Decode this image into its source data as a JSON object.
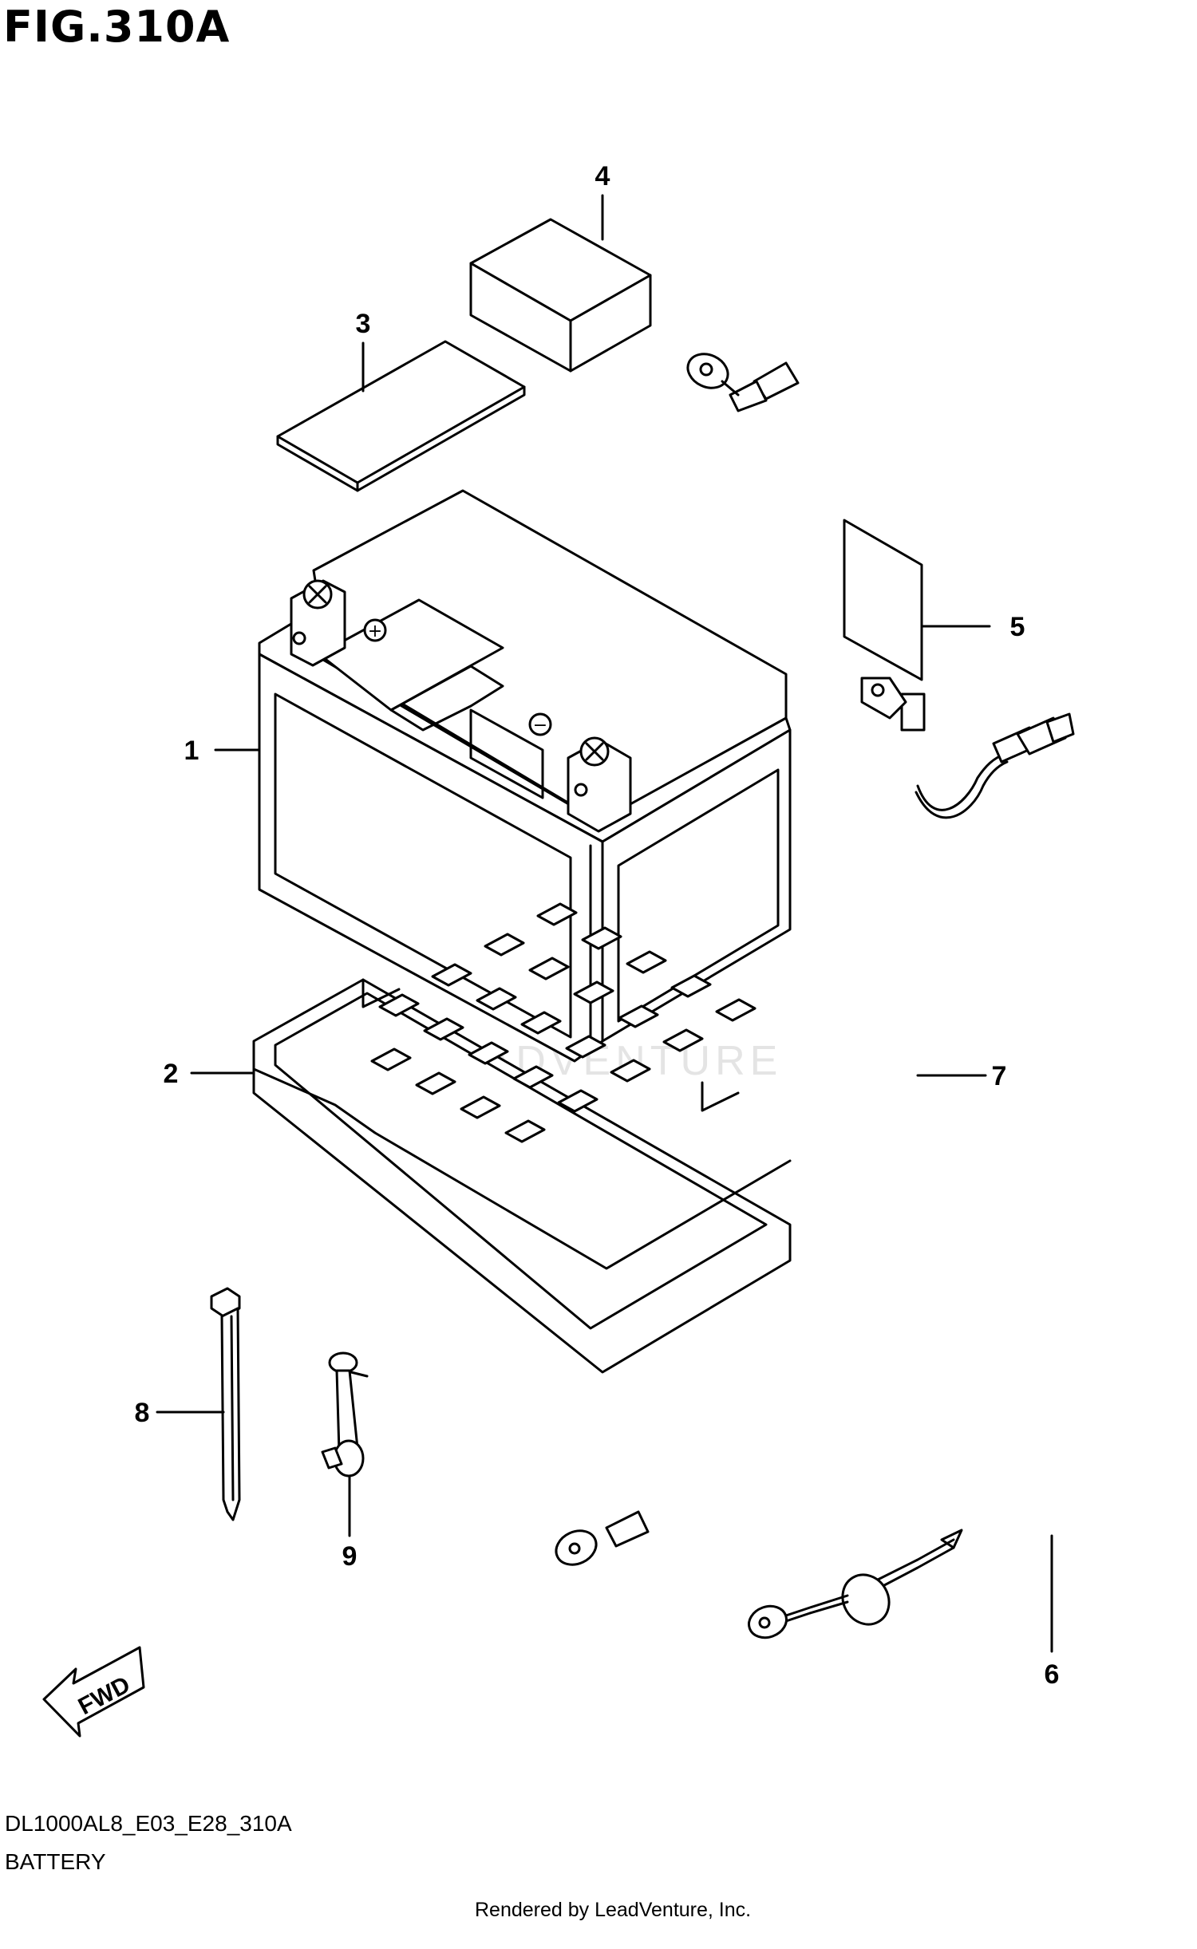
{
  "figure": {
    "title": "FIG.310A",
    "code": "DL1000AL8_E03_E28_310A",
    "caption": "BATTERY",
    "rendered_by": "Rendered by LeadVenture, Inc.",
    "watermark": "LEADVENTURE"
  },
  "callouts": [
    "1",
    "2",
    "3",
    "4",
    "5",
    "6",
    "7",
    "8",
    "9"
  ],
  "direction_marker": {
    "label": "FWD"
  },
  "battery_terminals": {
    "positive": "+",
    "negative": "−"
  },
  "colors": {
    "line": "#000000",
    "background": "#ffffff",
    "watermark": "#e4e4e4"
  }
}
